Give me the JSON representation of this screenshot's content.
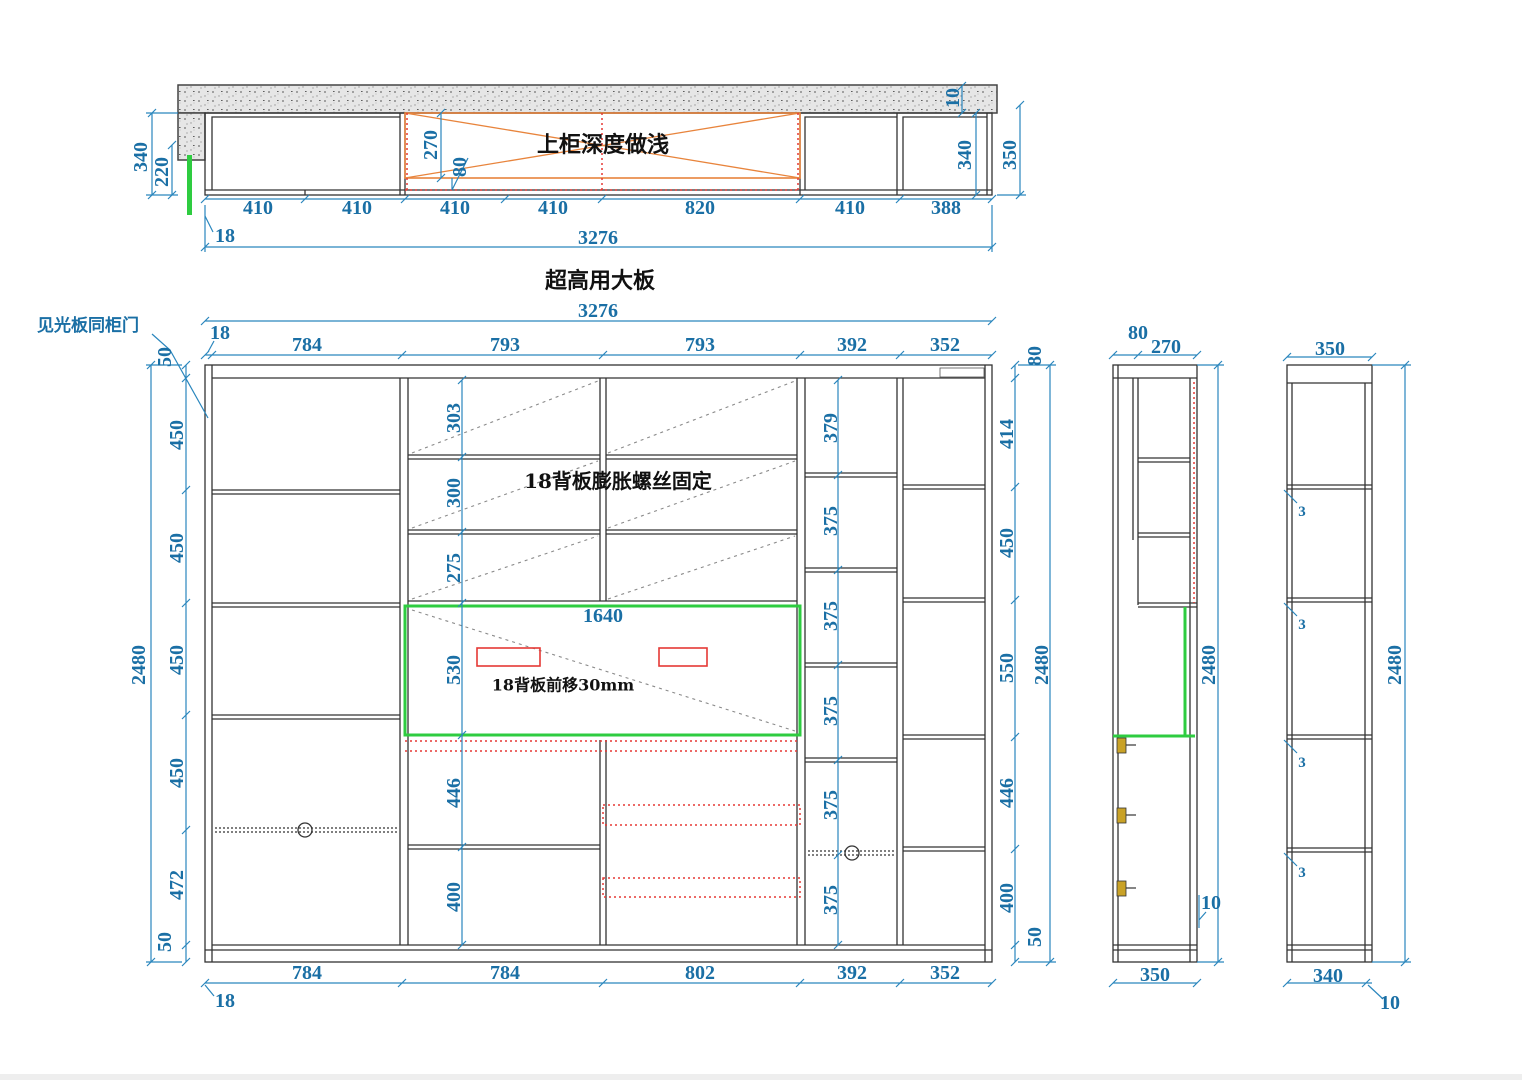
{
  "title": "超高用大板",
  "upper_plan": {
    "note": "上柜深度做浅",
    "left_dims": [
      "340",
      "220"
    ],
    "inner_dims": [
      "270",
      "80"
    ],
    "right_dims": [
      "10",
      "340",
      "350"
    ],
    "bottom_dims": [
      "410",
      "410",
      "410",
      "410",
      "820",
      "410",
      "388"
    ],
    "panel": "18",
    "total": "3276"
  },
  "front": {
    "total": "3276",
    "side_panel_note": "见光板同柜门",
    "panel_top": "18",
    "top_dims": [
      "784",
      "793",
      "793",
      "392",
      "352"
    ],
    "left_dims": [
      "50",
      "450",
      "450",
      "450",
      "450",
      "472",
      "50"
    ],
    "left_total": "2480",
    "right_dims": [
      "80",
      "414",
      "450",
      "550",
      "446",
      "400",
      "50"
    ],
    "right_total": "2480",
    "center_dims": [
      "303",
      "300",
      "275",
      "530",
      "446",
      "400"
    ],
    "column_dims": [
      "379",
      "375",
      "375",
      "375",
      "375",
      "375"
    ],
    "niche_width": "1640",
    "back_note": "18背板膨胀螺丝固定",
    "niche_note": "18背板前移30mm",
    "bottom_dims": [
      "784",
      "784",
      "802",
      "392",
      "352"
    ],
    "panel_bottom": "18"
  },
  "side_a": {
    "top_dims": [
      "80",
      "270"
    ],
    "height": "2480",
    "gap": "10",
    "depth": "350"
  },
  "side_b": {
    "top": "350",
    "shelf_marks": [
      "3",
      "3",
      "3",
      "3"
    ],
    "height": "2480",
    "depth": "340",
    "gap": "10"
  },
  "colors": {
    "dimension": "#1a6fa5",
    "outline": "#333333",
    "tv_niche": "#2ecc40",
    "marker": "#e53935",
    "shallow_box": "#e8843c",
    "hinge": "#c9a227"
  }
}
